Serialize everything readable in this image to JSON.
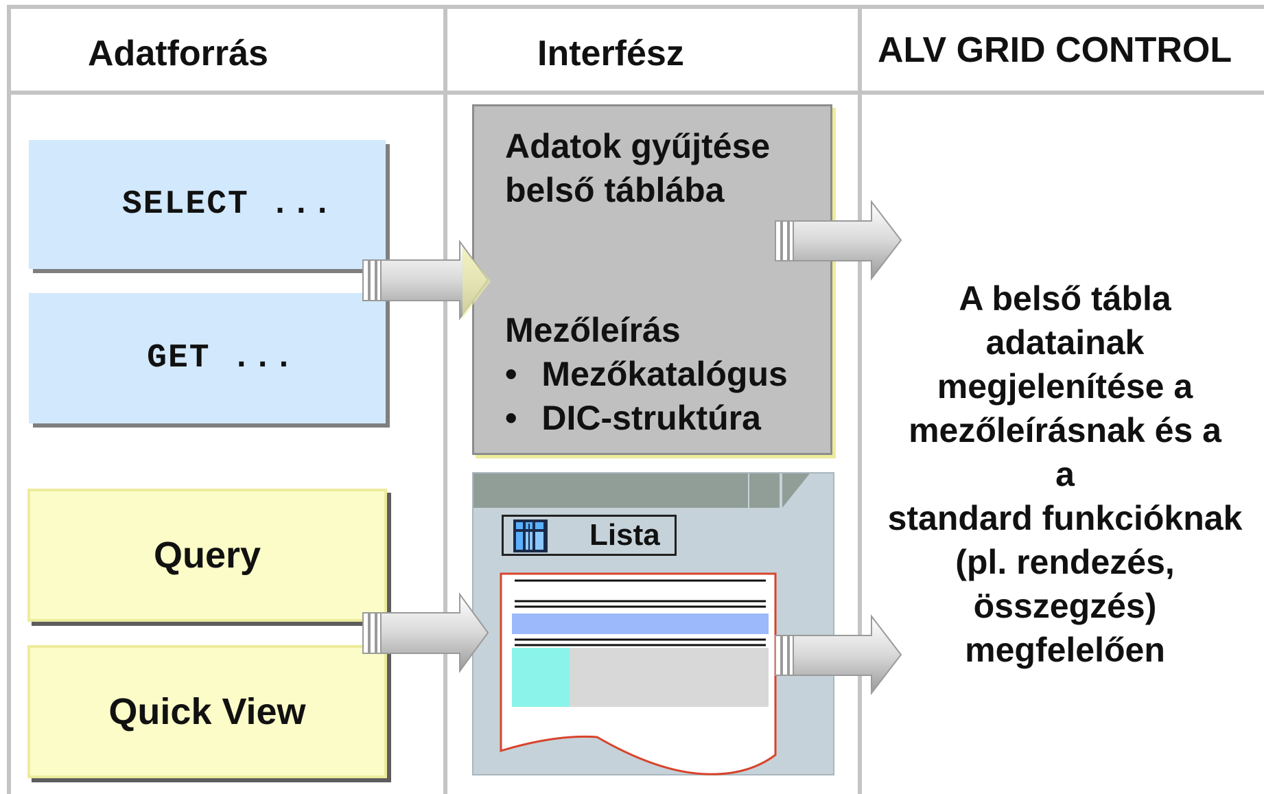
{
  "headers": {
    "datasource": "Adatforrás",
    "interface": "Interfész",
    "alv": "ALV GRID CONTROL"
  },
  "sources": {
    "select": "SELECT ...",
    "get": "GET ...",
    "query": "Query",
    "quickview": "Quick View"
  },
  "interface_box": {
    "collect_line1": "Adatok gyűjtése",
    "collect_line2": "belső táblába",
    "fielddesc_title": "Mezőleírás",
    "bullets": [
      "Mezőkatalógus",
      "DIC-struktúra"
    ]
  },
  "list_window": {
    "button_label": "Lista",
    "icon": "table-grid-icon"
  },
  "result_text": [
    "A belső tábla",
    "adatainak",
    "megjelenítése a",
    "mezőleírásnak és a",
    "a",
    "standard funkcióknak",
    "(pl. rendezés,",
    "összegzés)",
    "megfelelően"
  ],
  "colors": {
    "grid_lines": "#c4c4c4",
    "blue_box": "#d1e8fd",
    "yellow_box": "#fcfcc8",
    "interface_box": "#c0c0c0",
    "window_bg": "#c5d2d9",
    "titlebar": "#919e98",
    "highlight_row": "#9cb9fb",
    "cyan_cell": "#8bf3ea",
    "paper_border": "#d9432a"
  }
}
